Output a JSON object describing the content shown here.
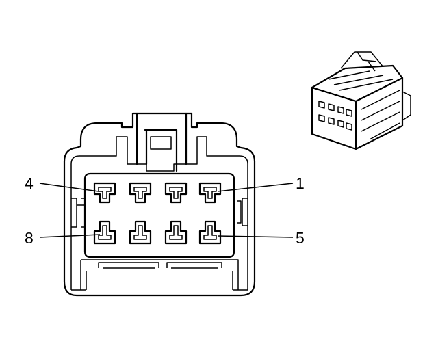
{
  "diagram": {
    "pin_labels": {
      "top_left": "4",
      "top_right": "1",
      "bottom_left": "8",
      "bottom_right": "5"
    }
  }
}
